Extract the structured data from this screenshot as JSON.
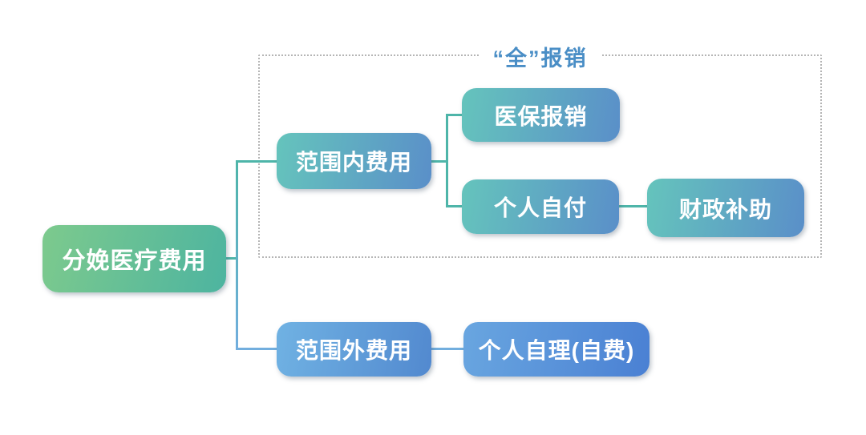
{
  "group": {
    "label": "“全”报销"
  },
  "nodes": {
    "root": {
      "label": "分娩医疗费用"
    },
    "in_scope": {
      "label": "范围内费用"
    },
    "insurance": {
      "label": "医保报销"
    },
    "self_pay": {
      "label": "个人自付"
    },
    "subsidy": {
      "label": "财政补助"
    },
    "out_scope": {
      "label": "范围外费用"
    },
    "self_funded": {
      "label": "个人自理(自费)"
    }
  },
  "colors": {
    "background": "#ffffff",
    "node_text": "#ffffff",
    "group_border": "#b5b5b5",
    "group_label": "#4a8ec6",
    "connectors": {
      "teal": "#4eb5a9",
      "blue": "#72aede"
    },
    "gradients": {
      "root": {
        "from": "#7dca8d",
        "to": "#4db4a0",
        "angle": "105deg"
      },
      "teal_blue": {
        "from": "#65c4bc",
        "to": "#5a8fc9",
        "angle": "100deg"
      },
      "sky_blue": {
        "from": "#70b2e3",
        "to": "#5289cf",
        "angle": "100deg"
      },
      "royal_blue": {
        "from": "#69a6e0",
        "to": "#4a80d3",
        "angle": "100deg"
      }
    }
  }
}
